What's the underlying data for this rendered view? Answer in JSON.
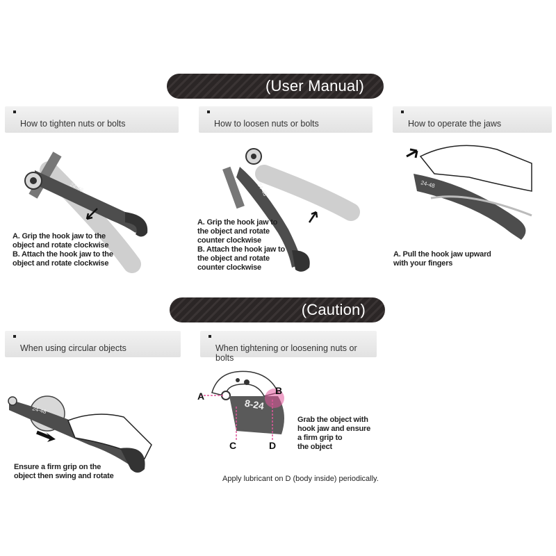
{
  "banners": {
    "user_manual": "(User Manual)",
    "caution": "(Caution)"
  },
  "sections": {
    "tighten": {
      "header": "How to tighten nuts or bolts",
      "lines": [
        "A. Grip the hook jaw to the",
        "   object and rotate clockwise",
        "B. Attach the hook jaw to the",
        "   object and rotate clockwise"
      ]
    },
    "loosen": {
      "header": "How to loosen nuts or bolts",
      "lines": [
        "A. Grip the hook jaw to",
        "   the object and rotate",
        "   counter clockwise",
        "B. Attach the hook jaw to",
        "   the object and rotate",
        "   counter clockwise"
      ]
    },
    "jaws": {
      "header": "How to operate the jaws",
      "lines": [
        "A. Pull the hook jaw upward",
        "   with your fingers"
      ]
    },
    "circular": {
      "header": "When using circular objects",
      "lines": [
        "Ensure a firm grip on the",
        "object then swing and rotate"
      ]
    },
    "nuts": {
      "header": "When tightening or loosening nuts or bolts",
      "lines": [
        "Grab the object with",
        "hook jaw and ensure",
        "a firm grip to",
        "the object"
      ],
      "labels": {
        "a": "A",
        "b": "B",
        "c": "C",
        "d": "D"
      },
      "size_mark": "8-24",
      "note": "Apply lubricant on D (body inside) periodically."
    }
  },
  "colors": {
    "banner": "#2b2626",
    "header_bg": "#e6e6e6",
    "accent_pink": "#e0569a",
    "tool": "#555555"
  }
}
